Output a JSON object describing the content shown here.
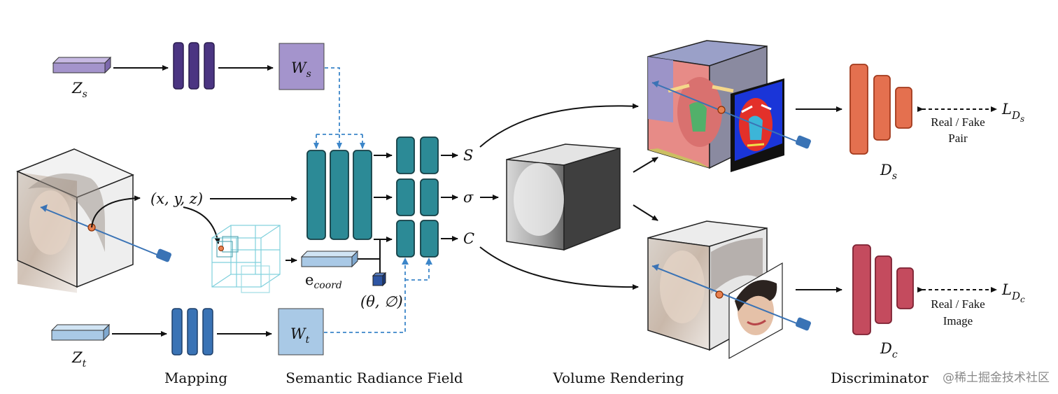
{
  "colors": {
    "purple": "#7a5ba6",
    "purple_dark": "#4b3582",
    "purple_light": "#a494cc",
    "teal": "#2c8a96",
    "teal_dark": "#1b5f69",
    "blue": "#3a73b5",
    "blue_light": "#a9c9e6",
    "coral": "#e4704f",
    "crimson": "#c44b5e",
    "dash": "#3c86c9"
  },
  "inputs": {
    "z_s": {
      "sym": "Z",
      "sub": "s"
    },
    "z_t": {
      "sym": "Z",
      "sub": "t"
    },
    "w_s": {
      "sym": "W",
      "sub": "s"
    },
    "w_t": {
      "sym": "W",
      "sub": "t"
    },
    "xyz": "(x, y, z)",
    "e_coord": {
      "sym": "e",
      "sub": "coord"
    },
    "theta_phi": "(θ, ∅)"
  },
  "outputs": {
    "s": "S",
    "sigma": "σ",
    "c": "C"
  },
  "losses": {
    "ds_loss": {
      "sym": "L",
      "sub": "D",
      "subsub": "s"
    },
    "dc_loss": {
      "sym": "L",
      "sub": "D",
      "subsub": "c"
    },
    "ds_desc_1": "Real / Fake",
    "ds_desc_2": "Pair",
    "dc_desc_1": "Real / Fake",
    "dc_desc_2": "Image"
  },
  "discriminators": {
    "ds": {
      "sym": "D",
      "sub": "s"
    },
    "dc": {
      "sym": "D",
      "sub": "c"
    }
  },
  "stage_labels": {
    "mapping": "Mapping",
    "srf": "Semantic Radiance Field",
    "volume": "Volume Rendering",
    "disc": "Discriminator"
  },
  "watermark": "@稀土掘金技术社区"
}
